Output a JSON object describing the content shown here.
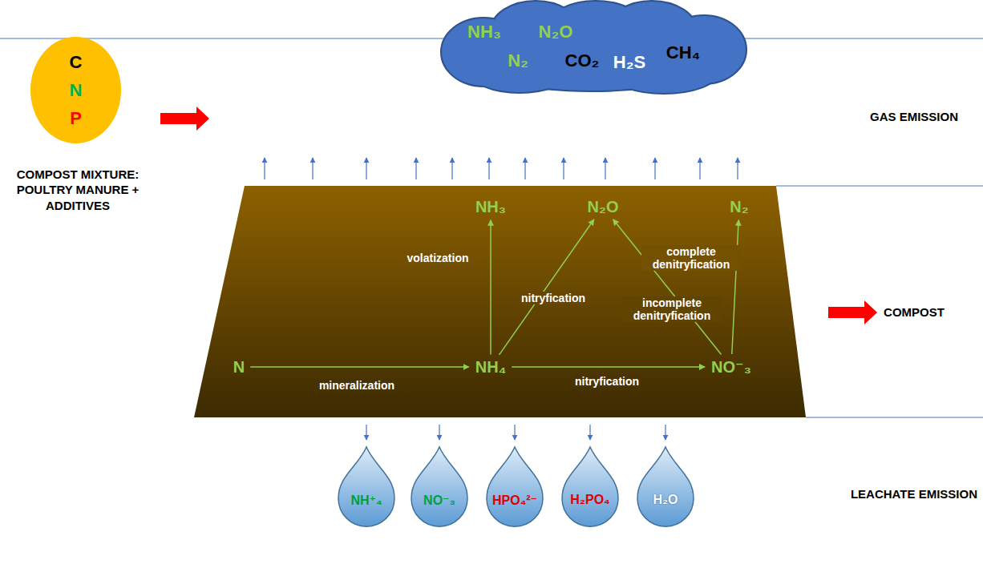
{
  "diagram": {
    "nodes": [
      {
        "text": [
          "NH₃",
          "N₂O",
          "N₂",
          "CO₂",
          "H₂S",
          "CH₄"
        ]
      },
      {
        "text": [
          "C",
          "N",
          "P"
        ]
      },
      {
        "text": [
          "N"
        ]
      },
      {
        "text": [
          "NH₄"
        ]
      },
      {
        "text": [
          "NO⁻₃"
        ]
      },
      {
        "text": [
          "NH₃"
        ]
      },
      {
        "text": [
          "N₂O"
        ]
      },
      {
        "text": [
          "N₂"
        ]
      },
      {
        "text": [
          "NH⁺₄"
        ]
      },
      {
        "text": [
          "NO⁻₃"
        ]
      },
      {
        "text": [
          "HPO₄²⁻"
        ]
      },
      {
        "text": [
          "H₂PO₄"
        ]
      },
      {
        "text": [
          "H₂O"
        ]
      }
    ],
    "edges": [
      {
        "from": 2,
        "to": 3,
        "arrow": "to",
        "label": "mineralization"
      },
      {
        "from": 3,
        "to": 4,
        "arrow": "to",
        "label": "nitryfication"
      },
      {
        "from": 3,
        "to": 5,
        "arrow": "to",
        "label": "volatization"
      },
      {
        "from": 3,
        "to": 6,
        "arrow": "to",
        "label": "nitryfication"
      },
      {
        "from": 4,
        "to": 6,
        "arrow": "to",
        "label": "incomplete denitryfication"
      },
      {
        "from": 4,
        "to": 7,
        "arrow": "to",
        "label": "complete denitryfication"
      }
    ],
    "labels": [
      "GAS EMISSION",
      "COMPOST MIXTURE: POULTRY MANURE + ADDITIVES",
      "COMPOST",
      "LEACHATE EMISSION"
    ]
  }
}
